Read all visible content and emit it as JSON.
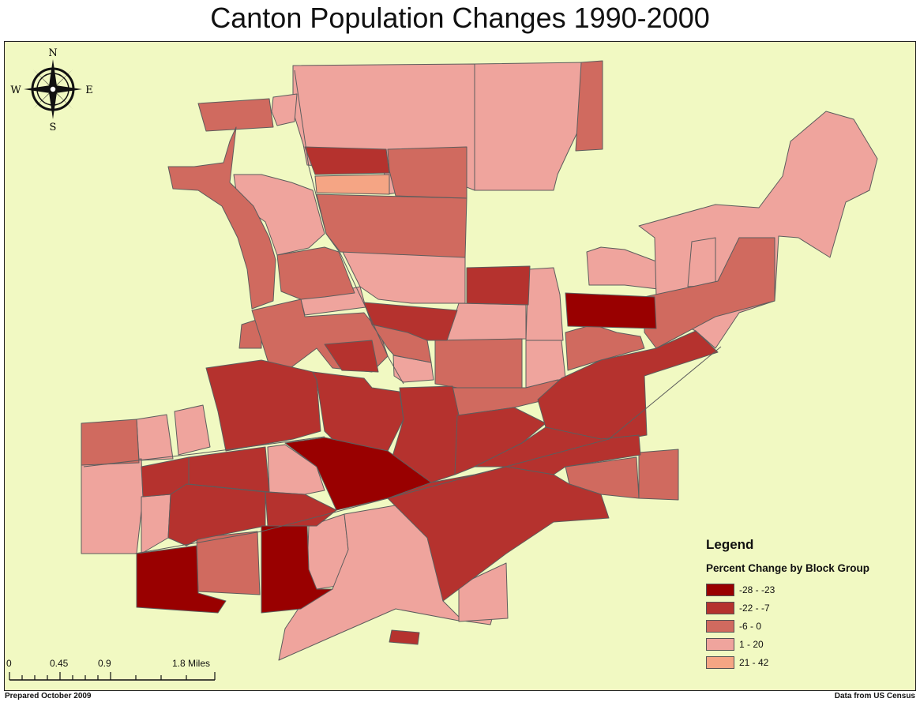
{
  "title": "Canton Population Changes 1990-2000",
  "legend": {
    "title": "Legend",
    "subtitle": "Percent Change by Block Group",
    "classes": [
      {
        "label": "-28 - -23",
        "color": "#990000"
      },
      {
        "label": "-22 - -7",
        "color": "#b5322e"
      },
      {
        "label": "-6 - 0",
        "color": "#d06a5f"
      },
      {
        "label": "1 - 20",
        "color": "#efa49d"
      },
      {
        "label": "21 - 42",
        "color": "#f5a584"
      }
    ]
  },
  "compass": {
    "n": "N",
    "s": "S",
    "e": "E",
    "w": "W"
  },
  "scale": {
    "ticks": [
      "0",
      "0.45",
      "0.9",
      "1.8 Miles"
    ]
  },
  "footer": {
    "prepared": "Prepared October 2009",
    "source": "Data from US Census"
  },
  "colors": {
    "background": "#f1f9c2",
    "border": "#5d5d5d"
  }
}
